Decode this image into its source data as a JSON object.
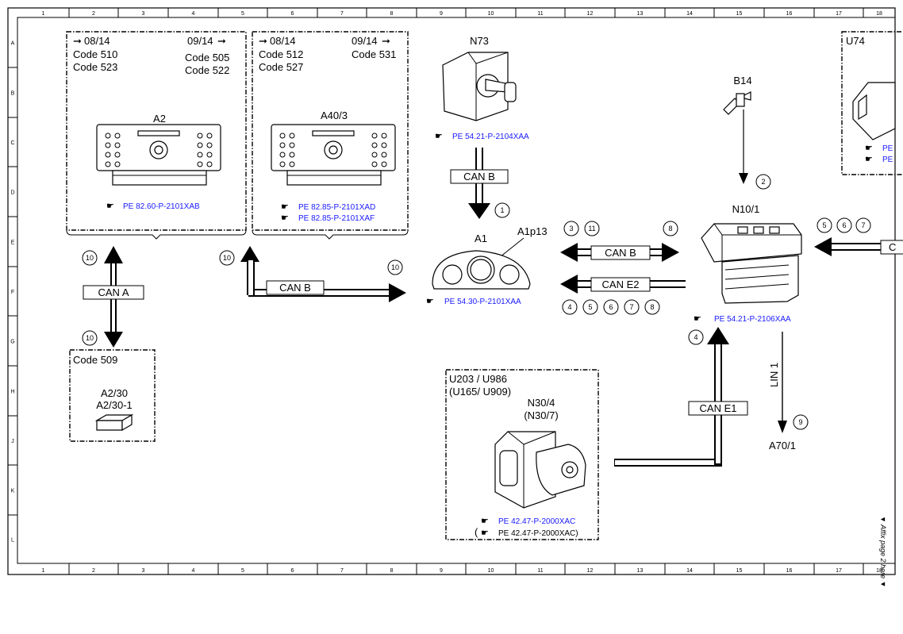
{
  "grid": {
    "columns": [
      "1",
      "2",
      "3",
      "4",
      "5",
      "6",
      "7",
      "8",
      "9",
      "10",
      "11",
      "12",
      "13",
      "14",
      "15",
      "16",
      "17",
      "18"
    ],
    "rows": [
      "A",
      "B",
      "C",
      "D",
      "E",
      "F",
      "G",
      "H",
      "J",
      "K",
      "L"
    ]
  },
  "side_note": "▼ Affix page 2 here ▼",
  "groups": {
    "g1": {
      "left_date": "08/14",
      "left_codes": [
        "Code 510",
        "Code 523"
      ],
      "right_date": "09/14",
      "right_codes": [
        "Code 505",
        "Code 522"
      ]
    },
    "g2": {
      "left_date": "08/14",
      "left_codes": [
        "Code 512",
        "Code 527"
      ],
      "right_date": "09/14",
      "right_codes": [
        "Code 531"
      ]
    },
    "g3": {
      "code": "Code 509"
    },
    "g4": {
      "line1": "U203 / U986",
      "line2": "(U165/ U909)"
    },
    "g5": {
      "title": "U74"
    }
  },
  "components": {
    "a2": {
      "name": "A2",
      "ref": "PE 82.60-P-2101XAB"
    },
    "a40_3": {
      "name": "A40/3",
      "ref1": "PE 82.85-P-2101XAD",
      "ref2": "PE 82.85-P-2101XAF"
    },
    "a2_30": {
      "name1": "A2/30",
      "name2": "A2/30-1"
    },
    "n73": {
      "name": "N73",
      "ref": "PE 54.21-P-2104XAA"
    },
    "a1": {
      "name": "A1",
      "sub": "A1p13",
      "ref": "PE 54.30-P-2101XAA"
    },
    "b14": {
      "name": "B14"
    },
    "n10_1": {
      "name": "N10/1",
      "ref": "PE 54.21-P-2106XAA"
    },
    "n30_4": {
      "name": "N30/4",
      "alt": "(N30/7)",
      "ref1": "PE 42.47-P-2000XAC",
      "ref2": "PE 42.47-P-2000XAC)",
      "ref2_prefix": "("
    },
    "a70_1": {
      "name": "A70/1"
    },
    "u74": {
      "ref1": "PE",
      "ref2": "PE"
    }
  },
  "buses": {
    "can_a": "CAN A",
    "can_b_a2": "CAN B",
    "can_b_n73": "CAN B",
    "can_b_n10": "CAN B",
    "can_e2": "CAN E2",
    "can_e1": "CAN E1",
    "lin1": "LIN 1",
    "can_u74": "C"
  },
  "callouts": {
    "c_a_top": "10",
    "c_a_bot": "10",
    "c_g3": "10",
    "c_b_left": "10",
    "c_b_right": "10",
    "c_n73": "1",
    "c_b14": "2",
    "c_canb_1": "3",
    "c_canb_2": "11",
    "c_canb_3": "8",
    "c_e2_1": "4",
    "c_e2_2": "5",
    "c_e2_3": "6",
    "c_e2_4": "7",
    "c_e2_5": "8",
    "c_e1": "4",
    "c_lin": "9",
    "c_u74_1": "5",
    "c_u74_2": "6",
    "c_u74_3": "7"
  },
  "colors": {
    "component_label": "#1a1aff",
    "line": "#000000"
  },
  "icons": [
    "hand-pointer-icon",
    "date-arrow-icon"
  ]
}
